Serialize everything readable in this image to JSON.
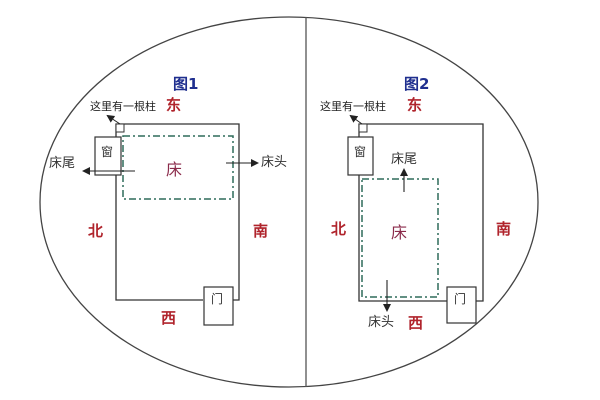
{
  "colors": {
    "title": "#1f2f8f",
    "direction": "#b0242c",
    "bed_label": "#8a2a4a",
    "bed_outline": "#2f6b5a",
    "line": "#333333",
    "background": "#ffffff"
  },
  "figure1": {
    "title": "图1",
    "pillar_note": "这里有一根柱",
    "directions": {
      "east": "东",
      "west": "西",
      "north": "北",
      "south": "南"
    },
    "window": "窗",
    "door": "门",
    "bed": "床",
    "bed_tail": "床尾",
    "bed_head": "床头"
  },
  "figure2": {
    "title": "图2",
    "pillar_note": "这里有一根柱",
    "directions": {
      "east": "东",
      "west": "西",
      "north": "北",
      "south": "南"
    },
    "window": "窗",
    "door": "门",
    "bed": "床",
    "bed_tail": "床尾",
    "bed_head": "床头"
  }
}
